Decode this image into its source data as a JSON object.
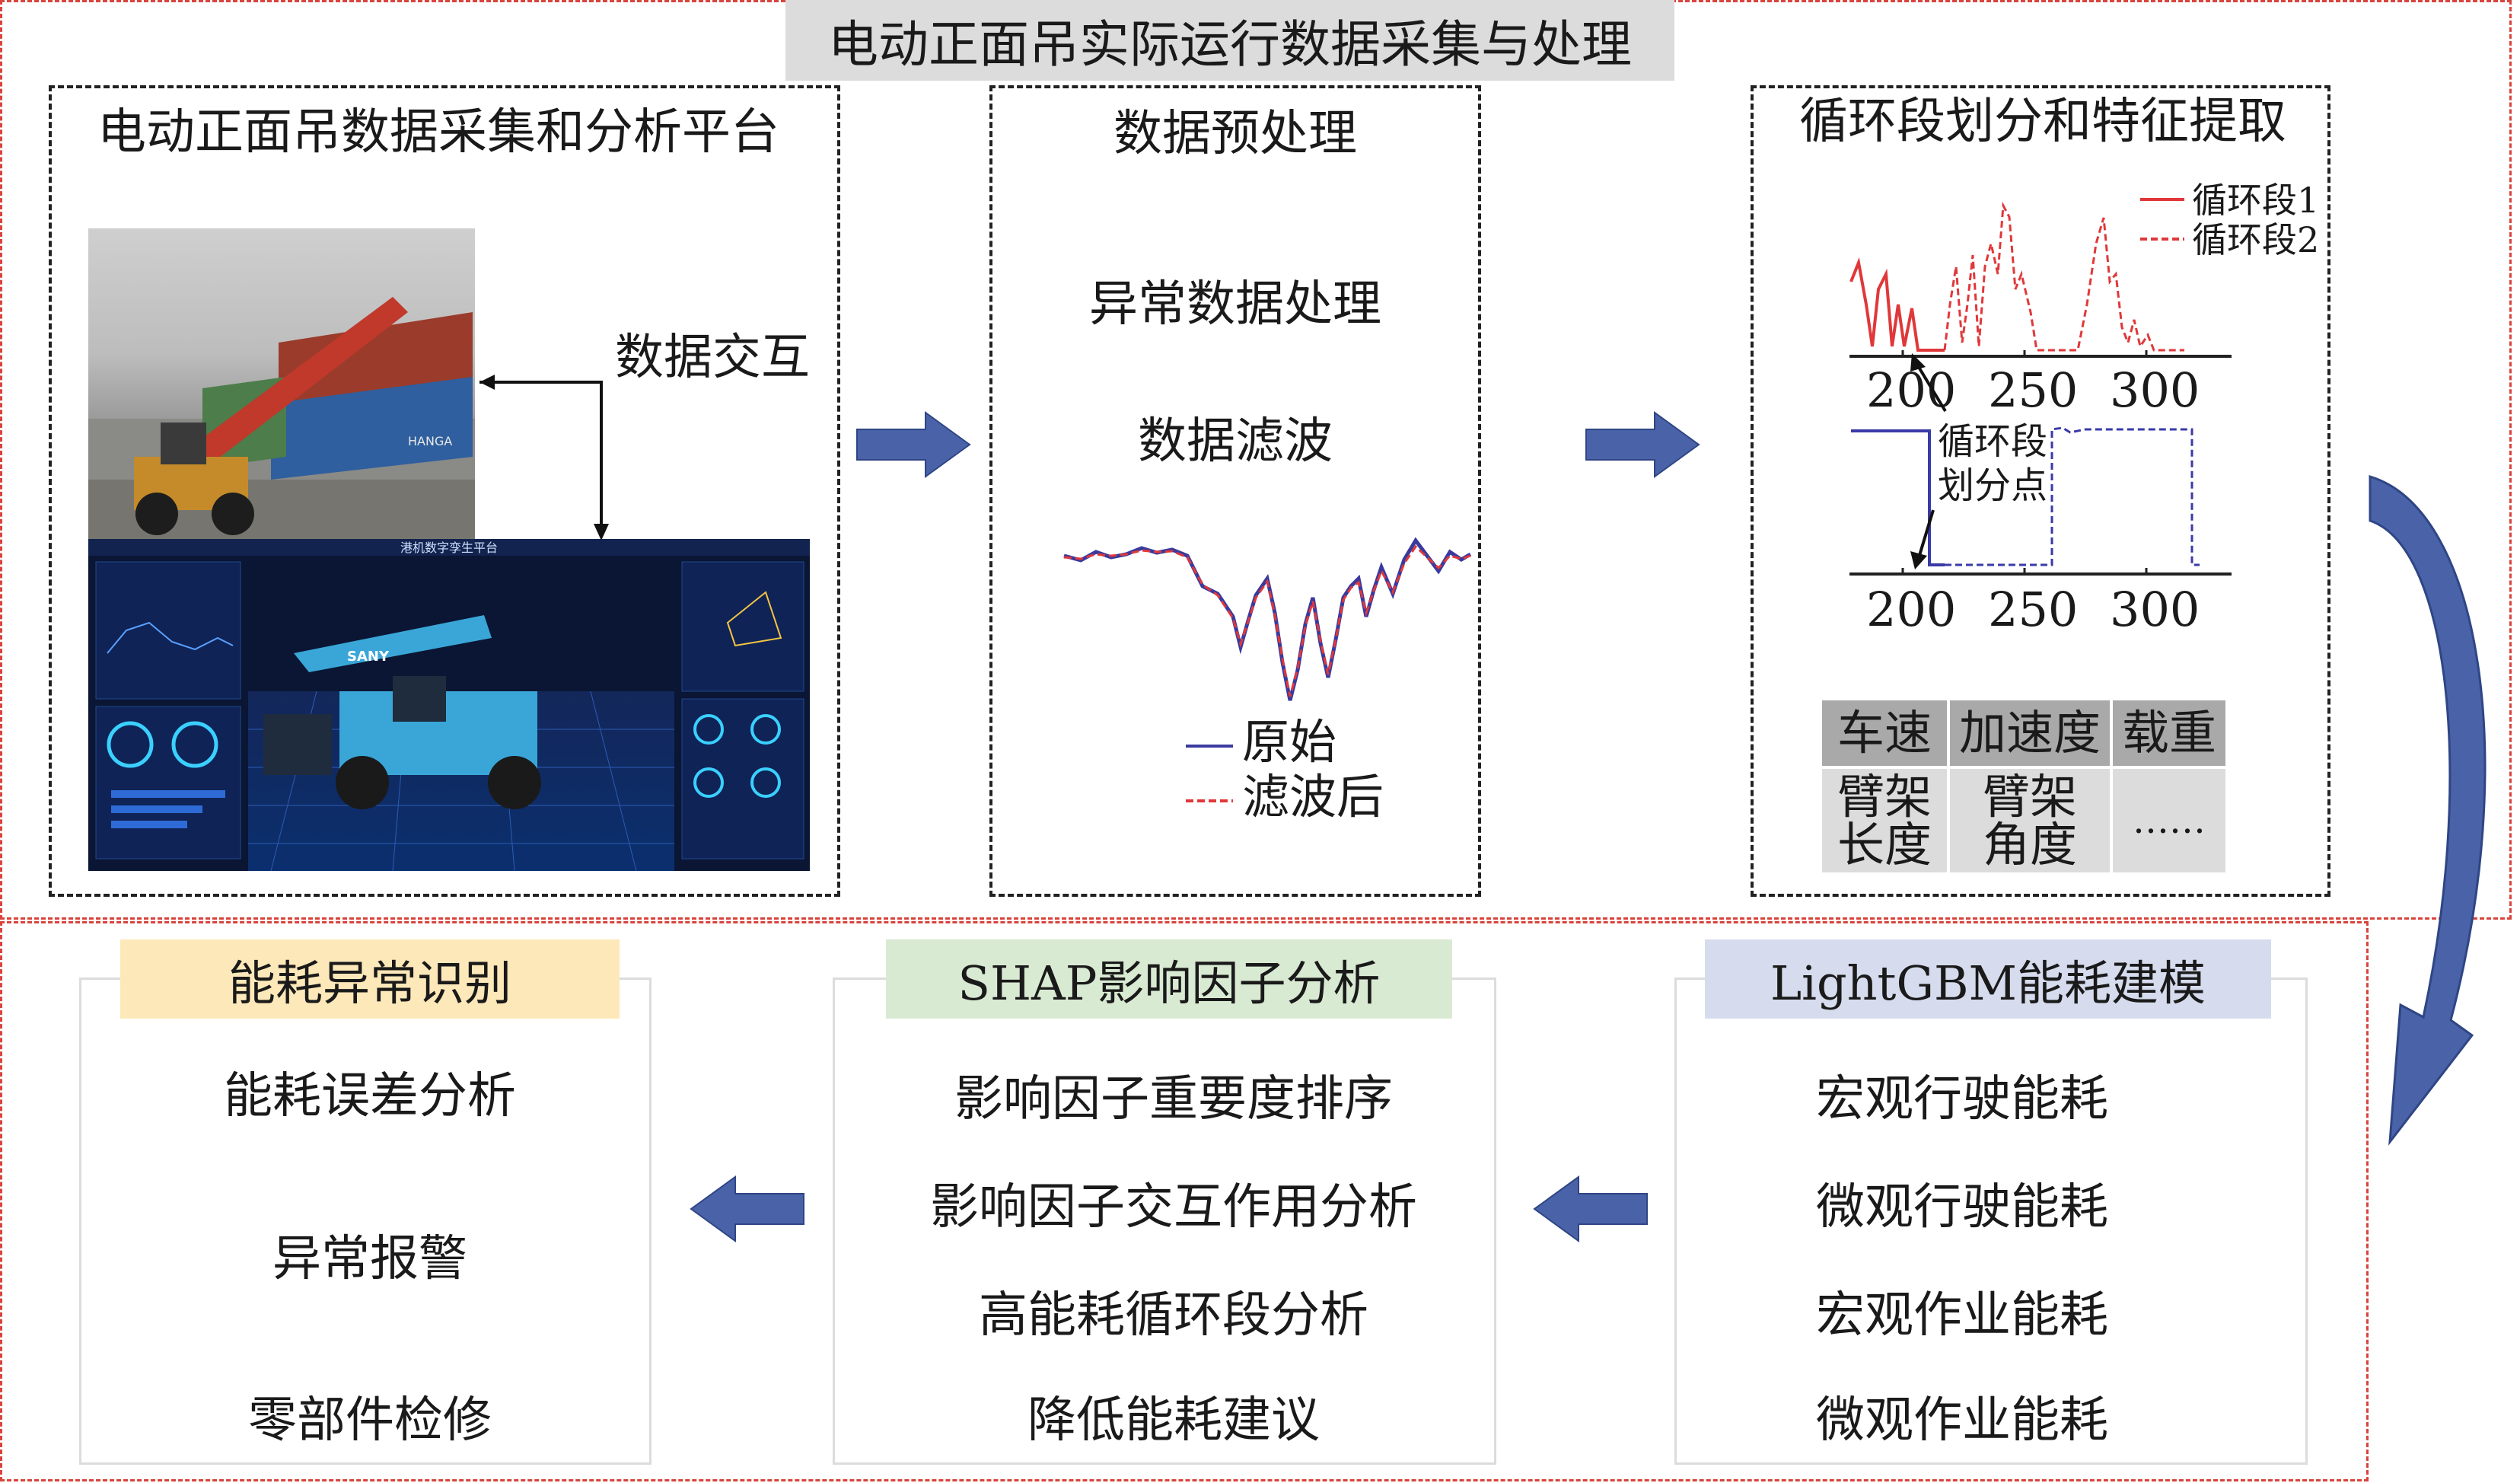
{
  "top_section": {
    "title": "电动正面吊实际运行数据采集与处理",
    "platform": {
      "title": "电动正面吊数据采集和分析平台",
      "interaction_label": "数据交互",
      "dashboard_title": "港机数字孪生平台",
      "vehicle_logo": "SANY",
      "container_text": "HANGA"
    },
    "preprocess": {
      "title": "数据预处理",
      "step1": "异常数据处理",
      "step2": "数据滤波",
      "legend_raw": "原始",
      "legend_filtered": "滤波后"
    },
    "cycle": {
      "title": "循环段划分和特征提取",
      "legend1": "循环段1",
      "legend2": "循环段2",
      "ticks_top": [
        "200",
        "250",
        "300"
      ],
      "ticks_bottom": [
        "200",
        "250",
        "300"
      ],
      "split_label_line1": "循环段",
      "split_label_line2": "划分点",
      "features": {
        "row1": [
          "车速",
          "加速度",
          "载重"
        ],
        "row2_col1_line1": "臂架",
        "row2_col1_line2": "长度",
        "row2_col2_line1": "臂架",
        "row2_col2_line2": "角度",
        "row2_col3": "……"
      }
    }
  },
  "bottom_section": {
    "anomaly": {
      "title": "能耗异常识别",
      "items": [
        "能耗误差分析",
        "异常报警",
        "零部件检修"
      ]
    },
    "shap": {
      "title": "SHAP影响因子分析",
      "items": [
        "影响因子重要度排序",
        "影响因子交互作用分析",
        "高能耗循环段分析",
        "降低能耗建议"
      ]
    },
    "lightgbm": {
      "title": "LightGBM能耗建模",
      "items": [
        "宏观行驶能耗",
        "微观行驶能耗",
        "宏观作业能耗",
        "微观作业能耗"
      ]
    }
  },
  "colors": {
    "section_border": "#d9433b",
    "header_grey": "#dcdcdc",
    "header_yellow": "#fde8b9",
    "header_green": "#d9ead3",
    "header_blue": "#d6dcee",
    "arrow_blue": "#4a63a8",
    "series_red": "#e0383a",
    "series_blue": "#3a3aa8",
    "feature_header": "#a9a9a9",
    "feature_cell": "#dcdcdc"
  },
  "icons": [
    "arrow-right-icon",
    "arrow-left-icon",
    "curved-arrow-icon",
    "double-arrow-icon"
  ]
}
